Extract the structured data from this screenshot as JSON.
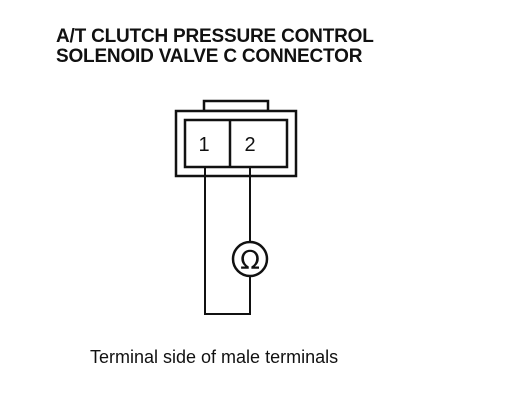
{
  "title": {
    "line1": "A/T CLUTCH PRESSURE CONTROL",
    "line2": "SOLENOID VALVE C CONNECTOR"
  },
  "connector": {
    "pins": [
      {
        "label": "1"
      },
      {
        "label": "2"
      }
    ]
  },
  "meter": {
    "symbol": "Ω",
    "icon": "ohmmeter-icon"
  },
  "caption": "Terminal side of male terminals",
  "colors": {
    "ink": "#111111",
    "background": "#ffffff"
  }
}
